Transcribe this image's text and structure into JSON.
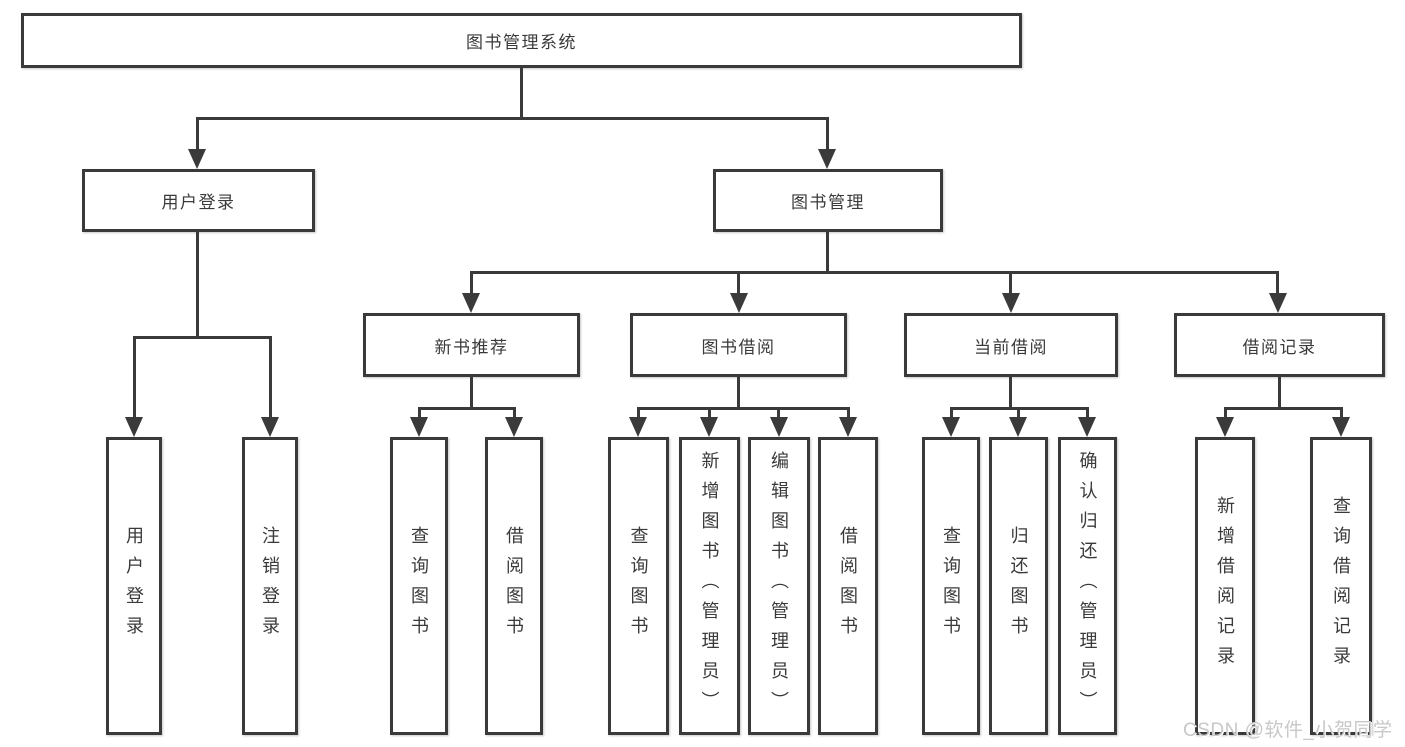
{
  "diagram": {
    "root_label": "图书管理系统",
    "branches": [
      {
        "label": "用户登录",
        "children": [
          "用户登录",
          "注销登录"
        ]
      },
      {
        "label": "图书管理",
        "groups": [
          {
            "label": "新书推荐",
            "children": [
              "查询图书",
              "借阅图书"
            ]
          },
          {
            "label": "图书借阅",
            "children": [
              "查询图书",
              "新增图书（管理员）",
              "编辑图书（管理员）",
              "借阅图书"
            ]
          },
          {
            "label": "当前借阅",
            "children": [
              "查询图书",
              "归还图书",
              "确认归还（管理员）"
            ]
          },
          {
            "label": "借阅记录",
            "children": [
              "新增借阅记录",
              "查询借阅记录"
            ]
          }
        ]
      }
    ]
  },
  "watermark": {
    "text": "CSDN @软件_小贺同学"
  },
  "colors": {
    "line": "#3a3a3a",
    "text": "#3a3a3a",
    "watermark": "#c8c8c8"
  }
}
